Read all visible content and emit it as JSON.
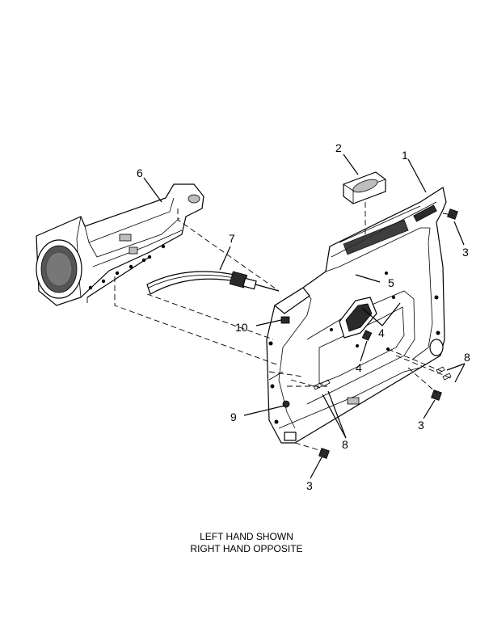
{
  "callouts": {
    "c1": "1",
    "c2": "2",
    "c3a": "3",
    "c3b": "3",
    "c3c": "3",
    "c4a": "4",
    "c4b": "4",
    "c5": "5",
    "c6": "6",
    "c7": "7",
    "c8a": "8",
    "c8b": "8",
    "c9": "9",
    "c10": "10"
  },
  "caption": {
    "line1": "LEFT HAND SHOWN",
    "line2": "RIGHT HAND OPPOSITE"
  }
}
